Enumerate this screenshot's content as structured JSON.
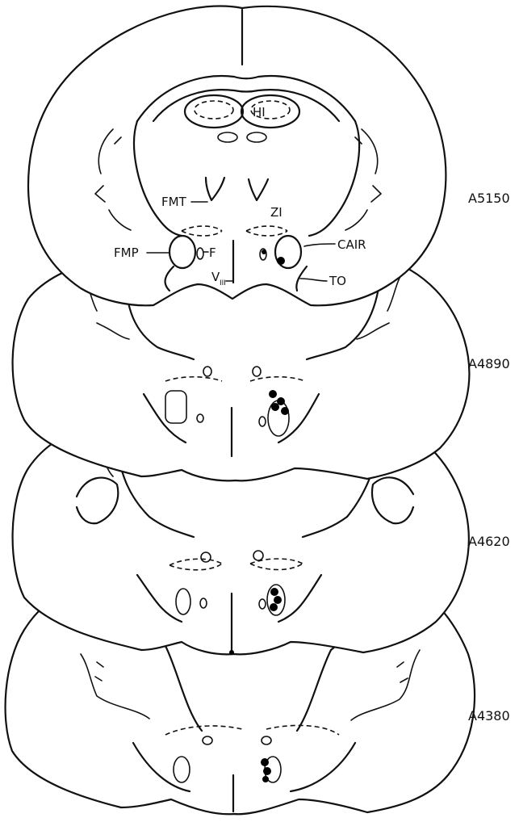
{
  "sections": [
    {
      "level": "A5150"
    },
    {
      "level": "A4890"
    },
    {
      "level": "A4620"
    },
    {
      "level": "A4380"
    }
  ],
  "labels": {
    "hi": "HI",
    "fmt": "FMT",
    "zi": "ZI",
    "fmp": "FMP",
    "f": "F",
    "cair": "CAIR",
    "v": "V",
    "v_sub": "III",
    "to": "TO"
  }
}
